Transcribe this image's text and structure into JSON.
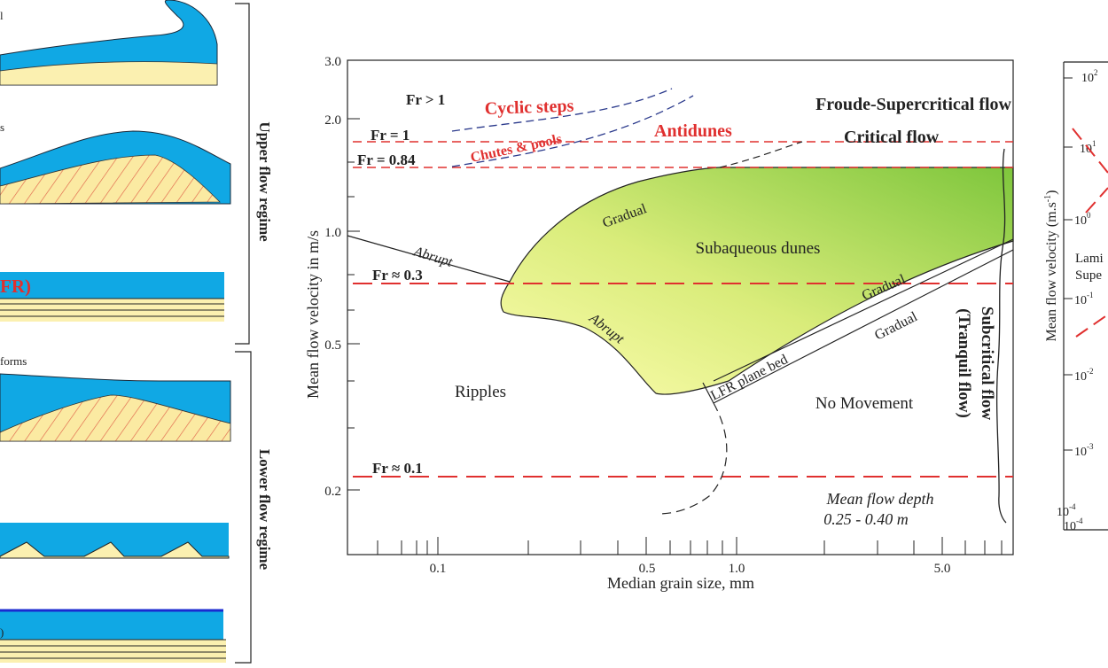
{
  "left_panel": {
    "upper_regime_label": "Upper flow regime",
    "lower_regime_label": "Lower flow regime",
    "fragments": {
      "top_fragment": "l",
      "antidunes_fragment": "s",
      "ufr_fragment": "FR)",
      "bedforms_fragment": "forms",
      "lfr_fragment": ")"
    }
  },
  "main_chart": {
    "y_axis_label": "Mean flow velocity in m/s",
    "x_axis_label": "Median grain size, mm",
    "y_ticks": [
      "3.0",
      "2.0",
      "1.0",
      "0.5",
      "0.2"
    ],
    "x_ticks": [
      "0.1",
      "0.5",
      "1.0",
      "5.0"
    ],
    "froude_lines": [
      {
        "label": "Fr = 1",
        "value": 1.75
      },
      {
        "label": "Fr = 0.84",
        "value": 1.5
      },
      {
        "label": "Fr ≈ 0.3",
        "value": 0.72
      },
      {
        "label": "Fr ≈ 0.1",
        "value": 0.22
      }
    ],
    "fr_gt_1": "Fr > 1",
    "regions": {
      "cyclic_steps": "Cyclic steps",
      "chutes_pools": "Chutes & pools",
      "antidunes": "Antidunes",
      "supercritical": "Froude-Supercritical flow",
      "critical": "Critical flow",
      "subaqueous_dunes": "Subaqueous dunes",
      "ripples": "Ripples",
      "lfr_plane_bed": "LFR plane bed",
      "no_movement": "No Movement",
      "subcritical_1": "Subcritical flow",
      "subcritical_2": "(Tranquil flow)",
      "mean_depth_1": "Mean flow depth",
      "mean_depth_2": "0.25 - 0.40 m"
    },
    "boundary_labels": {
      "abrupt_upper": "Abrupt",
      "abrupt_lower": "Abrupt",
      "gradual_top": "Gradual",
      "gradual_right": "Gradual",
      "gradual_plane": "Gradual"
    },
    "colors": {
      "froude_line": "#e0302f",
      "cyclic_line": "#2b3a8c",
      "dune_fill_light": "#fdfdb0",
      "dune_fill_dark": "#7ec63c"
    }
  },
  "right_panel": {
    "y_axis_label": "Mean flow velocity (m.s",
    "y_axis_sup": "-1",
    "y_axis_close": ")",
    "ticks": [
      {
        "base": "10",
        "exp": "2"
      },
      {
        "base": "10",
        "exp": "1"
      },
      {
        "base": "10",
        "exp": "0"
      },
      {
        "base": "10",
        "exp": "-1"
      },
      {
        "base": "10",
        "exp": "-2"
      },
      {
        "base": "10",
        "exp": "-3"
      },
      {
        "base": "10",
        "exp": "-4"
      }
    ],
    "bottom_tick": {
      "base": "10",
      "exp": "-4"
    },
    "fragment_1": "Lami",
    "fragment_2": "Supe"
  }
}
